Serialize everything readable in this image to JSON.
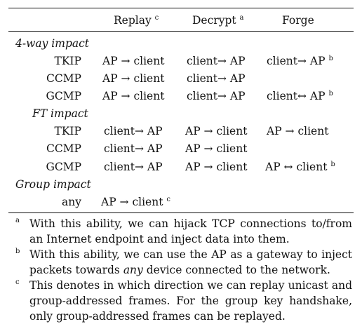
{
  "table": {
    "headers": [
      {
        "label": "Replay",
        "sup": "c"
      },
      {
        "label": "Decrypt",
        "sup": "a"
      },
      {
        "label": "Forge",
        "sup": ""
      }
    ],
    "sections": [
      {
        "title": "4-way impact",
        "rows": [
          {
            "cipher": "TKIP",
            "replay": "AP → client",
            "replay_sup": "",
            "decrypt": "client→ AP",
            "forge": "client→ AP",
            "forge_sup": "b"
          },
          {
            "cipher": "CCMP",
            "replay": "AP → client",
            "replay_sup": "",
            "decrypt": "client→ AP",
            "forge": "",
            "forge_sup": ""
          },
          {
            "cipher": "GCMP",
            "replay": "AP → client",
            "replay_sup": "",
            "decrypt": "client→ AP",
            "forge": "client↔ AP",
            "forge_sup": "b"
          }
        ]
      },
      {
        "title": "FT impact",
        "rows": [
          {
            "cipher": "TKIP",
            "replay": "client→ AP",
            "replay_sup": "",
            "decrypt": "AP → client",
            "forge": "AP → client",
            "forge_sup": ""
          },
          {
            "cipher": "CCMP",
            "replay": "client→ AP",
            "replay_sup": "",
            "decrypt": "AP → client",
            "forge": "",
            "forge_sup": ""
          },
          {
            "cipher": "GCMP",
            "replay": "client→ AP",
            "replay_sup": "",
            "decrypt": "AP → client",
            "forge": "AP ↔ client",
            "forge_sup": "b"
          }
        ]
      },
      {
        "title": "Group impact",
        "rows": [
          {
            "cipher": "any",
            "replay": "AP → client",
            "replay_sup": "c",
            "decrypt": "",
            "forge": "",
            "forge_sup": ""
          }
        ]
      }
    ]
  },
  "footnotes": [
    {
      "mark": "a",
      "pre": "With this ability, we can hijack TCP connections to/from an Internet endpoint and inject data into them.",
      "em": "",
      "post": ""
    },
    {
      "mark": "b",
      "pre": "With this ability, we can use the AP as a gateway to inject packets towards ",
      "em": "any",
      "post": " device connected to the network."
    },
    {
      "mark": "c",
      "pre": "This denotes in which direction we can replay unicast and group-addressed frames. For the group key handshake, only group-addressed frames can be replayed.",
      "em": "",
      "post": ""
    }
  ]
}
